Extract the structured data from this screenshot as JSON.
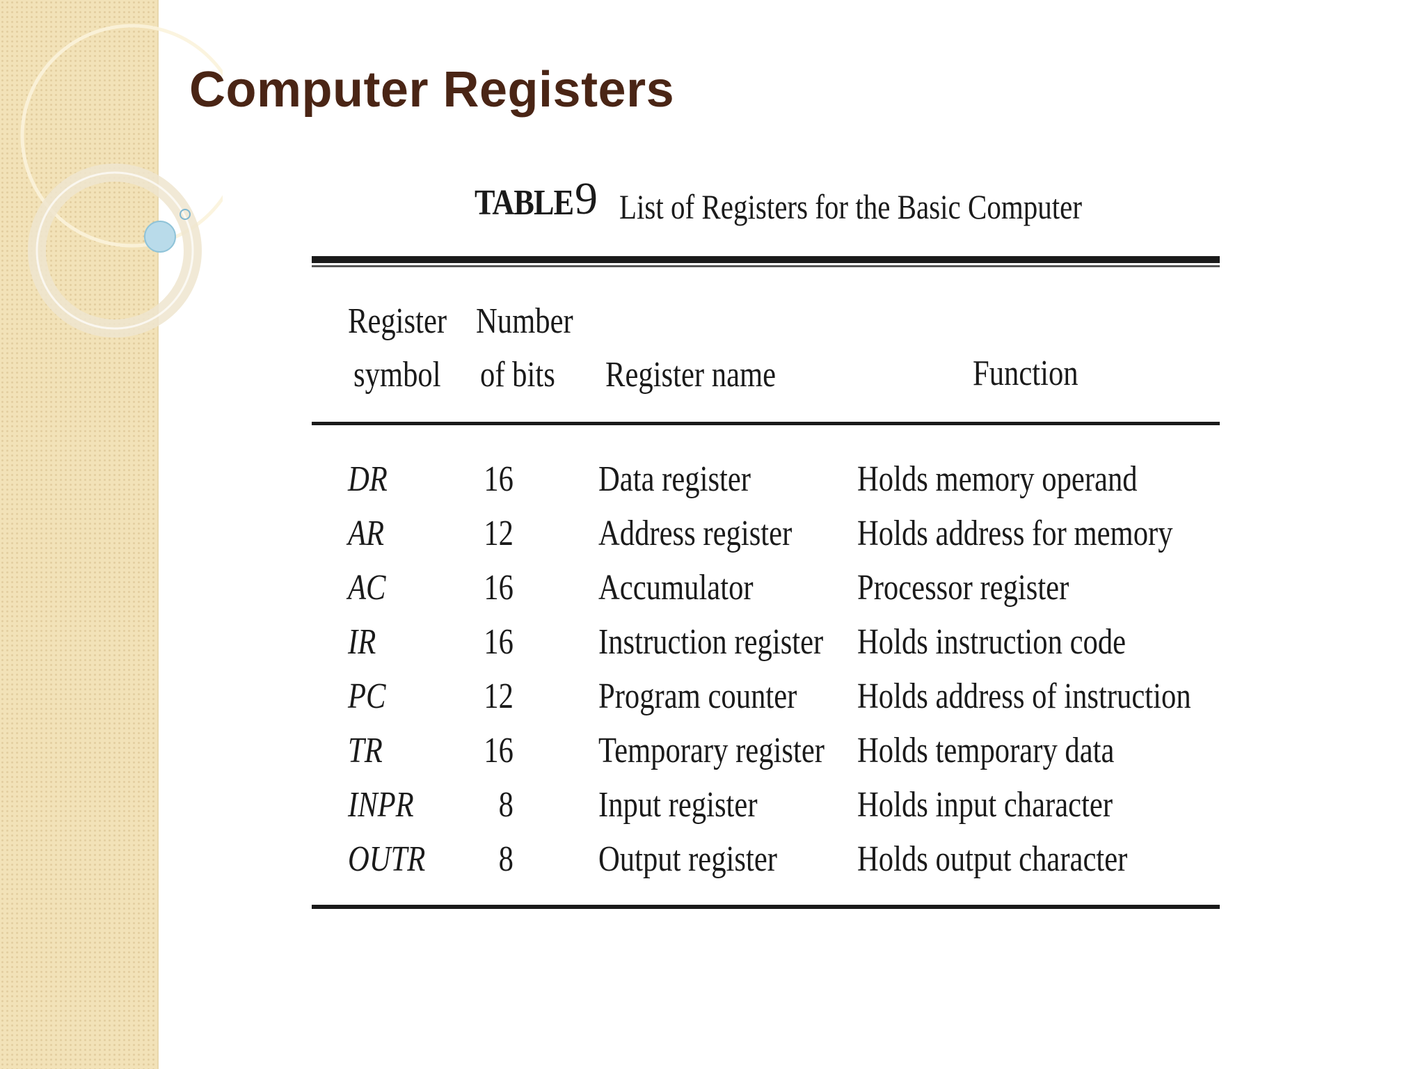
{
  "slide": {
    "title": "Computer Registers"
  },
  "table": {
    "caption_label": "TABLE",
    "caption_number": "9",
    "caption_text": "List of Registers for the Basic Computer",
    "headers": {
      "symbol_line1": "Register",
      "symbol_line2": "symbol",
      "bits_line1": "Number",
      "bits_line2": "of bits",
      "name": "Register name",
      "function": "Function"
    },
    "rows": [
      {
        "symbol": "DR",
        "bits": "16",
        "name": "Data register",
        "function": "Holds memory operand"
      },
      {
        "symbol": "AR",
        "bits": "12",
        "name": "Address register",
        "function": "Holds address for memory"
      },
      {
        "symbol": "AC",
        "bits": "16",
        "name": "Accumulator",
        "function": "Processor register"
      },
      {
        "symbol": "IR",
        "bits": "16",
        "name": "Instruction register",
        "function": "Holds instruction code"
      },
      {
        "symbol": "PC",
        "bits": "12",
        "name": "Program counter",
        "function": "Holds address of instruction"
      },
      {
        "symbol": "TR",
        "bits": "16",
        "name": "Temporary register",
        "function": "Holds temporary data"
      },
      {
        "symbol": "INPR",
        "bits": "8",
        "name": "Input register",
        "function": "Holds input character"
      },
      {
        "symbol": "OUTR",
        "bits": "8",
        "name": "Output register",
        "function": "Holds output character"
      }
    ]
  },
  "colors": {
    "title": "#4a2515",
    "sidebar": "#f2e2b8",
    "text": "#1a1a1a"
  }
}
